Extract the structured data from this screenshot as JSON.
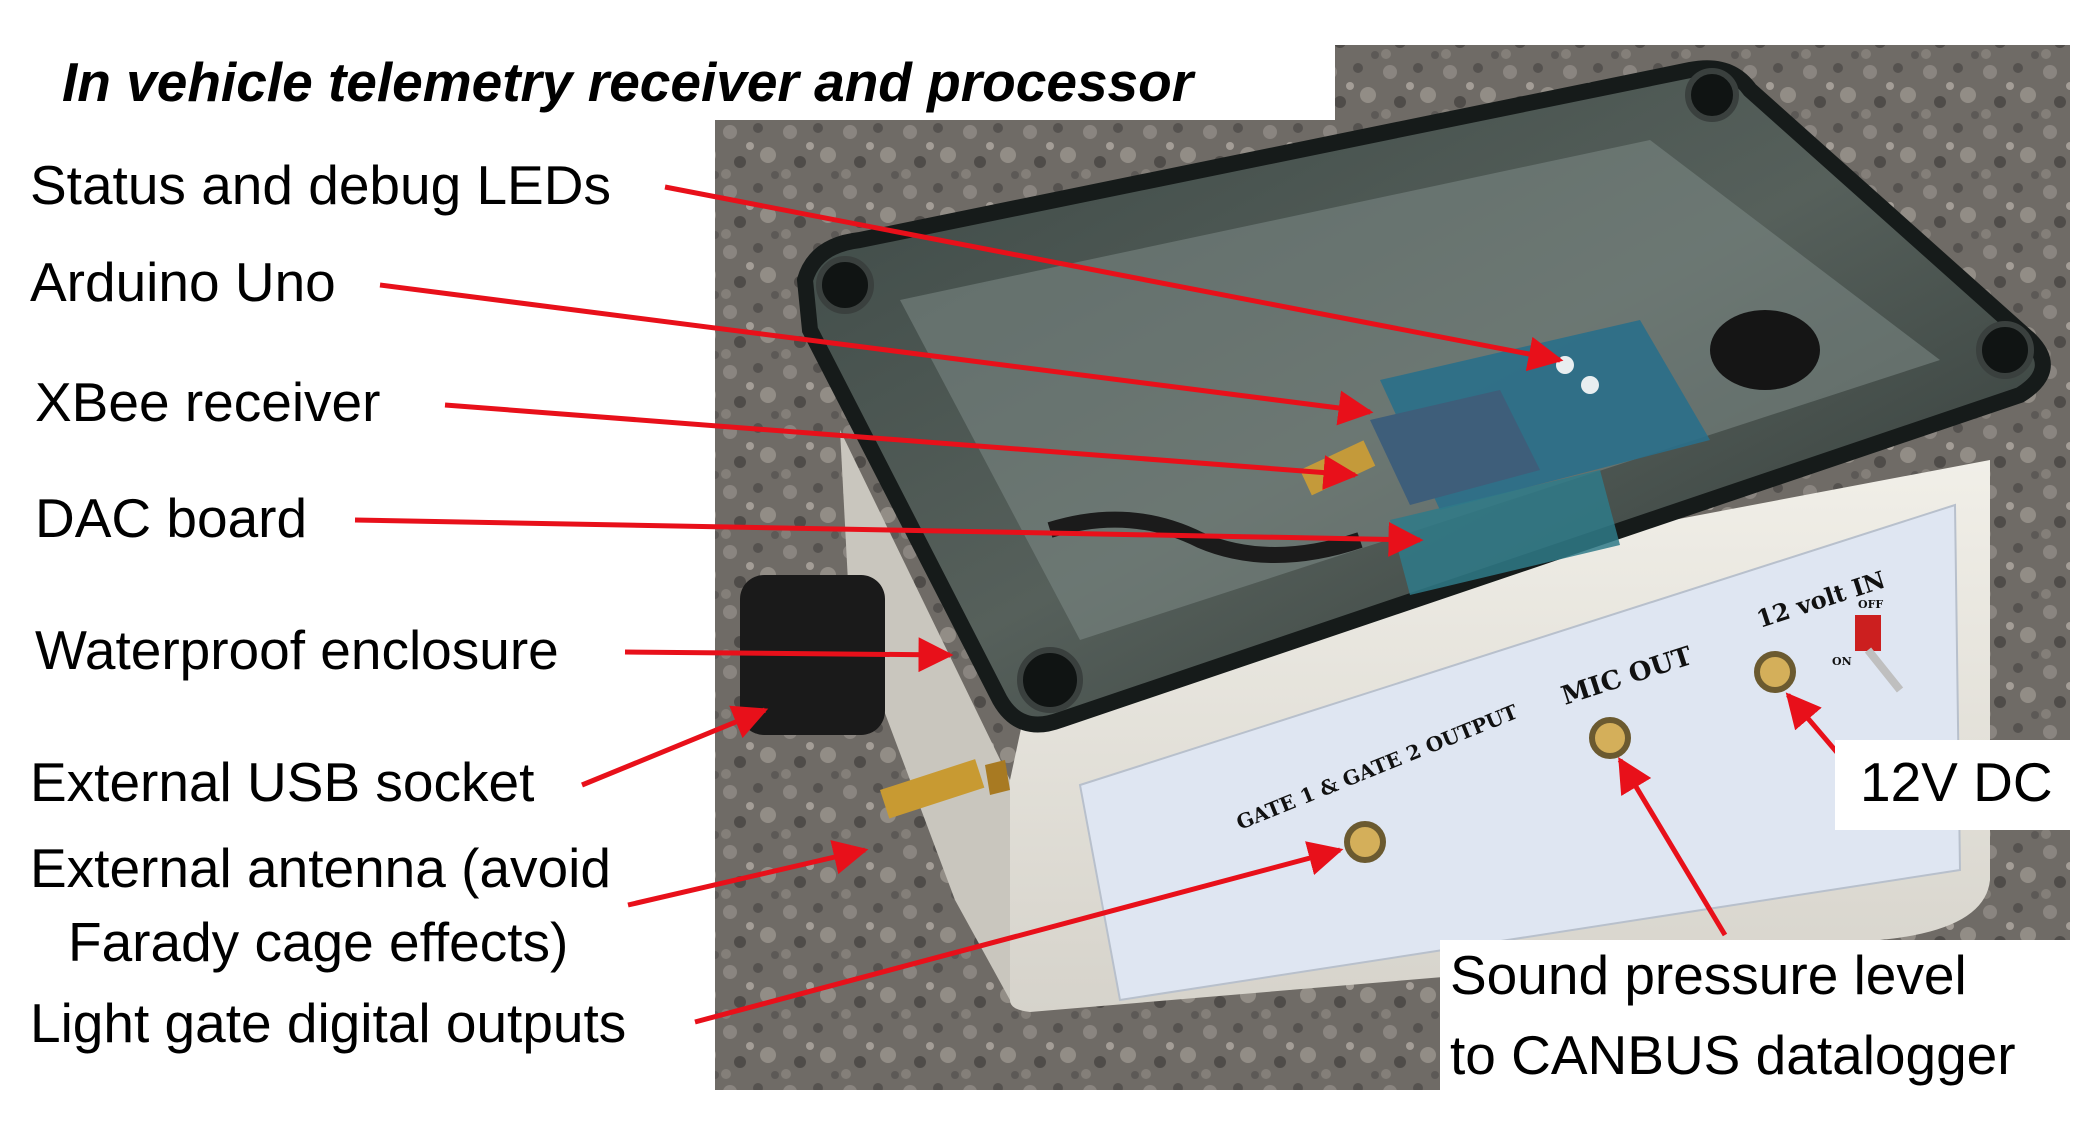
{
  "title": "In vehicle telemetry receiver and processor",
  "labels": {
    "status_leds": "Status and debug LEDs",
    "arduino": "Arduino Uno",
    "xbee": "XBee receiver",
    "dac": "DAC board",
    "enclosure": "Waterproof enclosure",
    "usb": "External USB socket",
    "antenna_line1": "External antenna (avoid",
    "antenna_line2": "Farady cage effects)",
    "light_gate": "Light gate digital outputs",
    "dc": "12V DC",
    "spl_line1": "Sound pressure level",
    "spl_line2": "to CANBUS datalogger"
  },
  "panel_text": {
    "gate_output": "GATE 1 & GATE 2 OUTPUT",
    "mic_out": "MIC OUT",
    "volt_in": "12 volt  IN",
    "off": "OFF",
    "on": "ON"
  },
  "colors": {
    "arrow": "#e8101a",
    "asphalt": "#6d6a66",
    "enclosure_body": "#e8e6df",
    "lid": "#2c3432",
    "panel_label": "#dfe6f2"
  }
}
